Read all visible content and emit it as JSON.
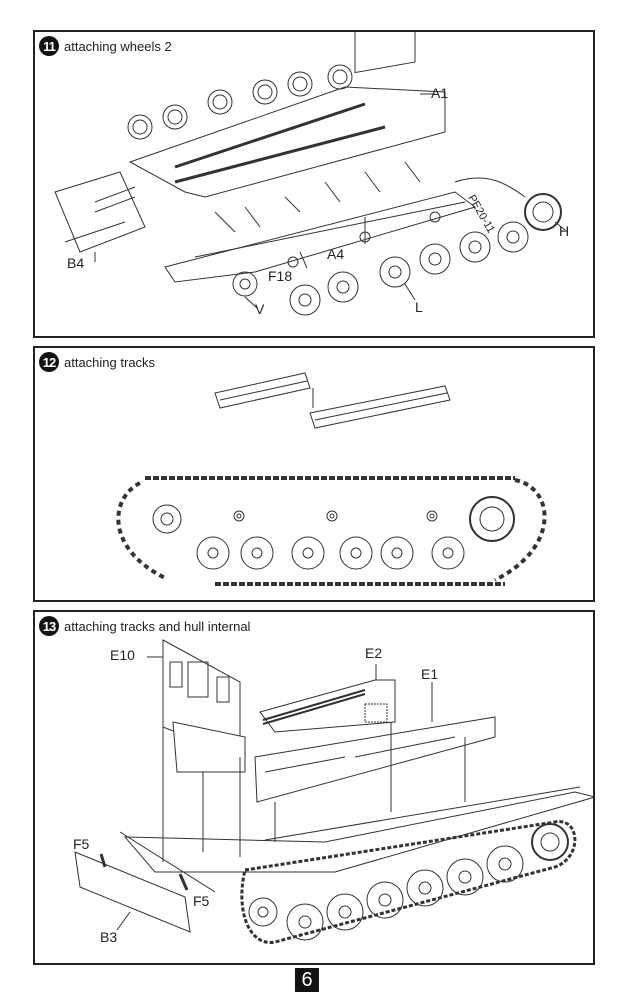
{
  "steps": [
    {
      "number": "11",
      "title": "attaching wheels 2",
      "part_labels": [
        "A1",
        "H",
        "PE20-11",
        "B4",
        "A4",
        "F18",
        "V",
        "L"
      ]
    },
    {
      "number": "12",
      "title": "attaching tracks",
      "part_labels": []
    },
    {
      "number": "13",
      "title": "attaching tracks and hull internal",
      "part_labels": [
        "E10",
        "E2",
        "E1",
        "F5",
        "F5",
        "B3"
      ]
    }
  ],
  "page_number": "6"
}
